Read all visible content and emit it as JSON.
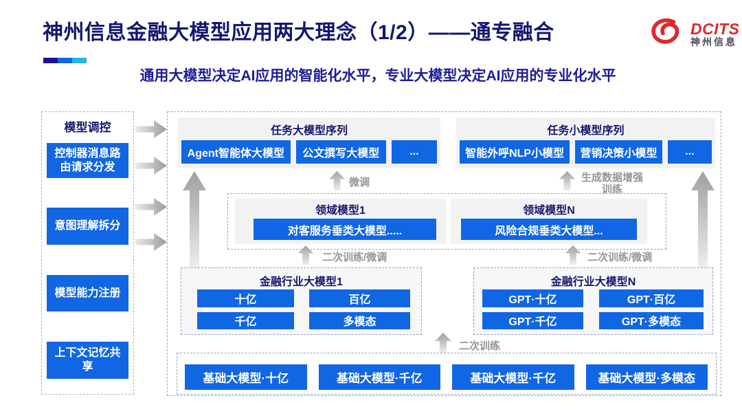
{
  "header": {
    "title": "神州信息金融大模型应用两大理念（1/2）——通专融合",
    "subtitle": "通用大模型决定AI应用的智能化水平，专业大模型决定AI应用的专业化水平",
    "logo_text": "DCITS",
    "logo_subtext": "神州信息"
  },
  "sidebar": {
    "title": "模型调控",
    "items": [
      "控制器消息路由请求分发",
      "意图理解拆分",
      "模型能力注册",
      "上下文记忆共享"
    ]
  },
  "diagram": {
    "task_large": {
      "title": "任务大模型序列",
      "items": [
        "Agent智能体大模型",
        "公文撰写大模型",
        "..."
      ]
    },
    "task_small": {
      "title": "任务小模型序列",
      "items": [
        "智能外呼NLP小模型",
        "营销决策小模型",
        "..."
      ]
    },
    "labels": {
      "finetune": "微调",
      "gen_data": "生成数据增强训练",
      "retrain_ft": "二次训练/微调",
      "retrain": "二次训练"
    },
    "domain1": {
      "title": "领域模型1",
      "item": "对客服务垂类大模型....."
    },
    "domainN": {
      "title": "领域模型N",
      "item": "风险合规垂类大模型..."
    },
    "industry1": {
      "title": "金融行业大模型1",
      "items": [
        "十亿",
        "百亿",
        "千亿",
        "多模态"
      ]
    },
    "industryN": {
      "title": "金融行业大模型N",
      "items": [
        "GPT·十亿",
        "GPT·百亿",
        "GPT·千亿",
        "GPT·多模态"
      ]
    },
    "base": {
      "items": [
        "基础大模型·十亿",
        "基础大模型·千亿",
        "基础大模型·千亿",
        "基础大模型·多模态"
      ]
    }
  },
  "colors": {
    "accent_navy": "#14148c",
    "accent_blue": "#1565dd",
    "accent_cyan": "#2ab4e8",
    "node_blue": "#1166e3",
    "title_navy": "#141670",
    "subtitle_navy": "#1c1c99",
    "logo_red": "#e0282e",
    "label_gray": "#949494"
  }
}
